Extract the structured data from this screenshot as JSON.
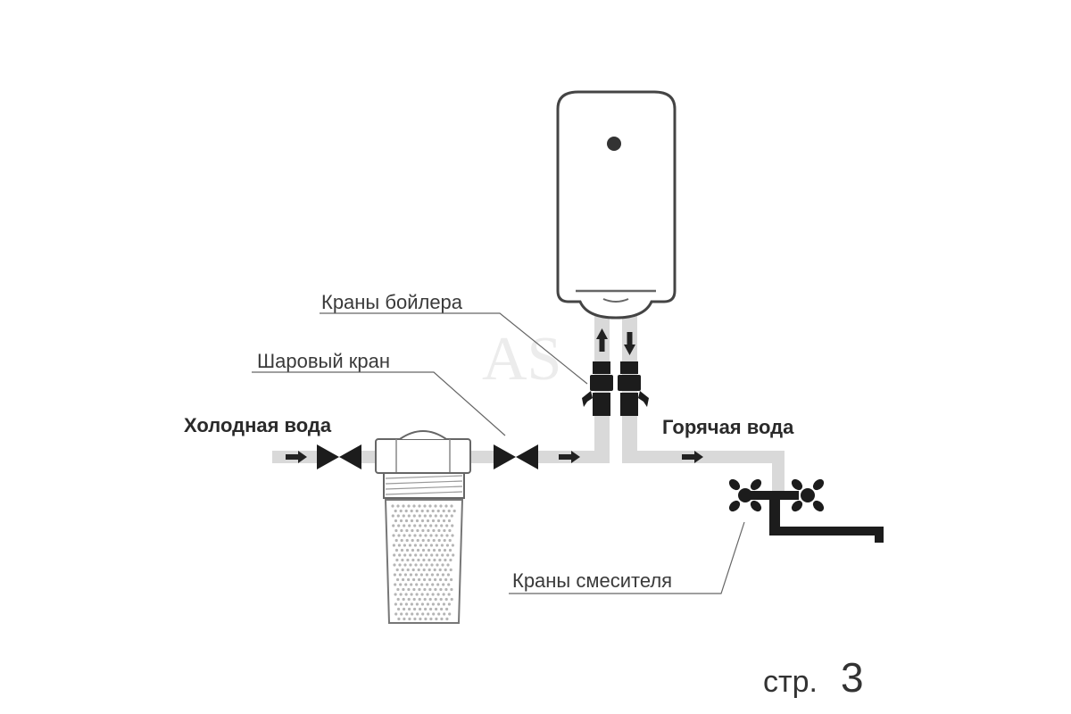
{
  "labels": {
    "boiler_valves": "Краны бойлера",
    "ball_valve": "Шаровый кран",
    "cold_water": "Холодная вода",
    "hot_water": "Горячая вода",
    "mixer_valves": "Краны смесителя"
  },
  "watermark": "AS",
  "page": {
    "prefix": "стр.",
    "number": "3"
  },
  "colors": {
    "pipe": "#d9d9d9",
    "ink": "#222222",
    "outline": "#555555"
  }
}
